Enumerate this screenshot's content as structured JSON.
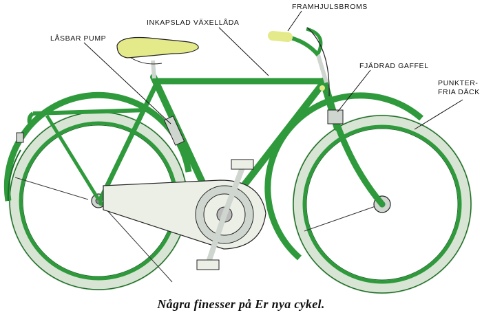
{
  "labels": {
    "front_brake": "FRAMHJULSBROMS",
    "gearbox": "INKAPSLAD VÄXELLÅDA",
    "pump": "LÅSBAR PUMP",
    "fork": "FJÄDRAD GAFFEL",
    "tires_line1": "PUNKTER-",
    "tires_line2": "FRIA DÄCK"
  },
  "caption": "Några finesser på Er nya cykel.",
  "colors": {
    "frame_green": "#2f9a3c",
    "dark_green": "#1c6e27",
    "tire_light": "#d9e5d4",
    "saddle": "#e4ea8a",
    "chainguard": "#ecefe6",
    "metal": "#cfd5cf"
  }
}
